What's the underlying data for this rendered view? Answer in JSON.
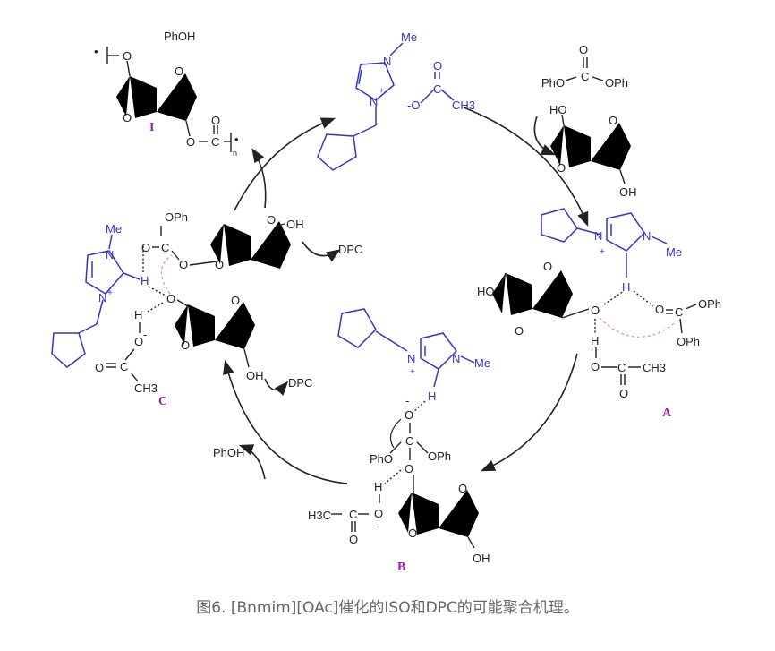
{
  "caption": "图6. [Bnmim][OAc]催化的ISO和DPC的可能聚合机理。",
  "compounds": {
    "A": "A",
    "B": "B",
    "C": "C",
    "I": "I"
  },
  "labels": {
    "phoh": "PhOH",
    "dpc": "DPC",
    "me": "Me",
    "n": "N",
    "o": "O",
    "c": "C",
    "h": "H",
    "oh": "OH",
    "ho": "HO",
    "oph": "OPh",
    "pho": "PhO",
    "ch3": "CH3",
    "h3c": "H3C",
    "o_minus": "-O",
    "plus": "+",
    "minus": "-",
    "sub_n": "n",
    "dot": "•"
  },
  "colors": {
    "cation": "#3434c8",
    "label": "#9a1fa6",
    "caption": "#666666"
  }
}
